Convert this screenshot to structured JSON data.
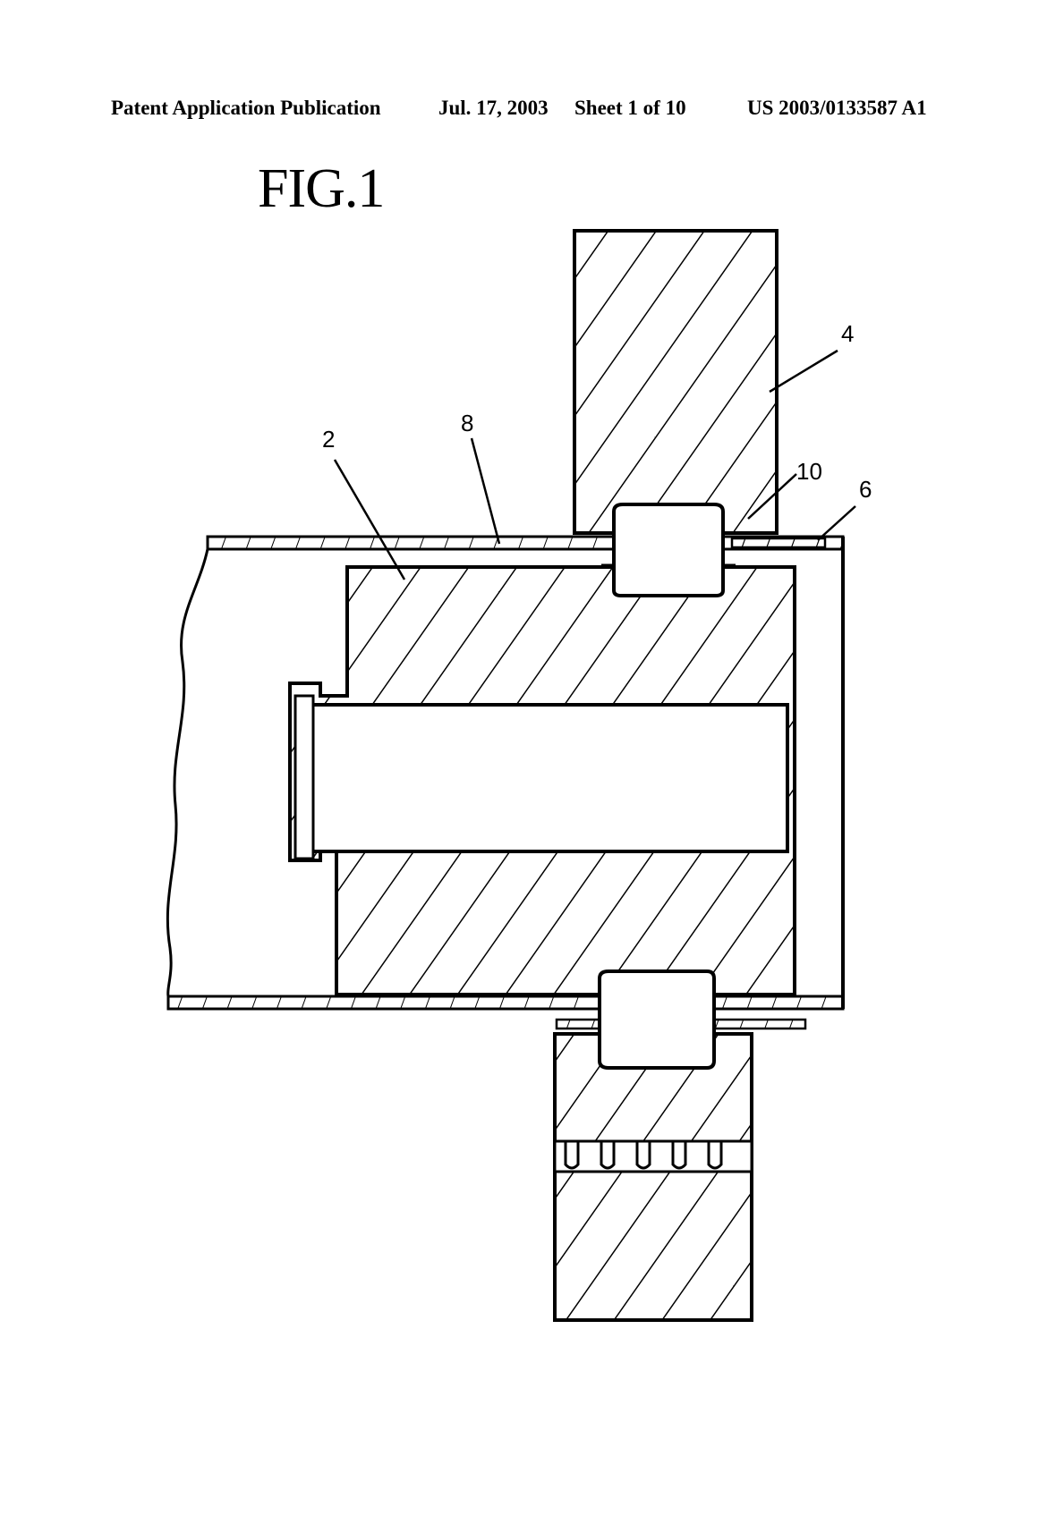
{
  "header": {
    "publication": "Patent Application Publication",
    "date": "Jul. 17, 2003",
    "sheet": "Sheet 1 of 10",
    "number": "US 2003/0133587 A1"
  },
  "figure": {
    "title": "FIG.1",
    "labels": {
      "l2": "2",
      "l4": "4",
      "l6": "6",
      "l8": "8",
      "l10": "10"
    }
  }
}
